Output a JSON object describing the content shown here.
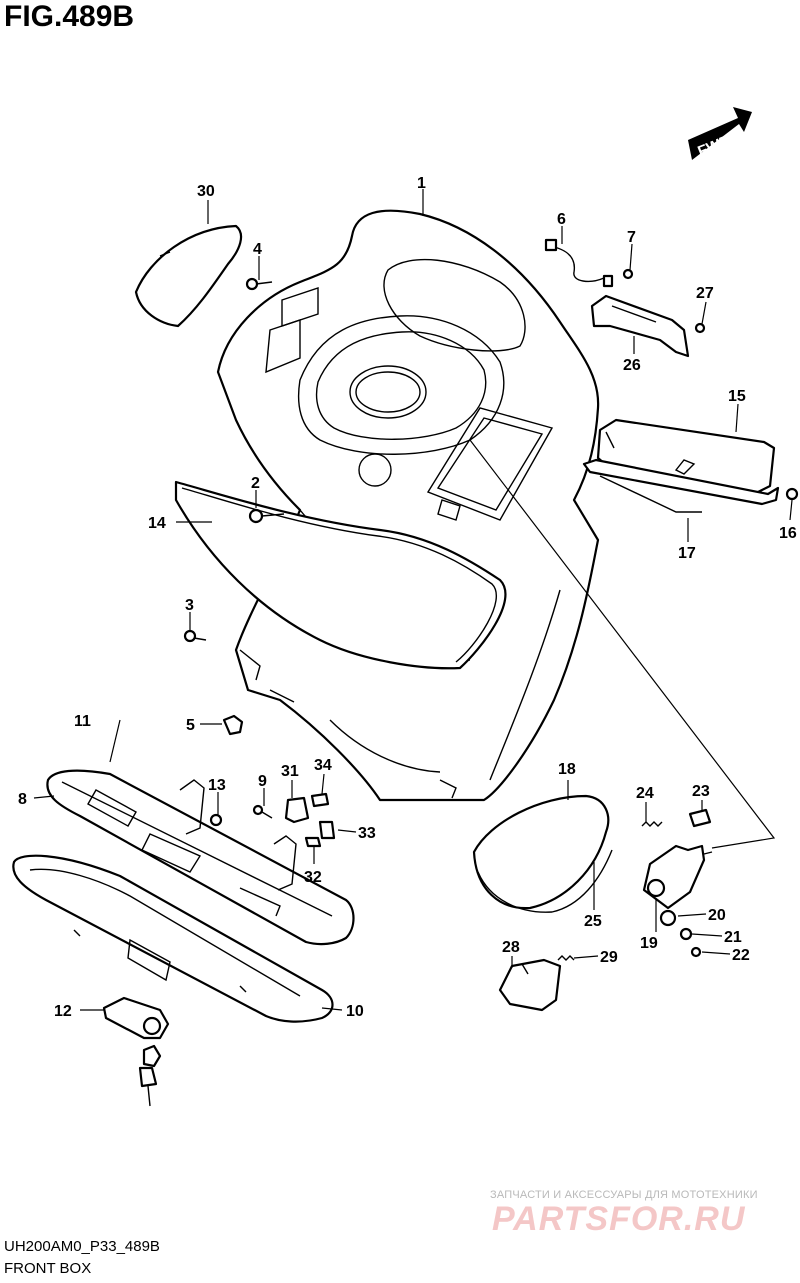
{
  "figure": {
    "title": "FIG.489B",
    "model_code": "UH200AM0_P33_489B",
    "section_name": "FRONT BOX"
  },
  "direction_arrow": {
    "label": "FWD"
  },
  "watermark": {
    "tagline": "ЗАПЧАСТИ И АКСЕССУАРЫ ДЛЯ МОТОТЕХНИКИ",
    "logo_text": "PARTSFOR.RU"
  },
  "callouts": [
    "1",
    "2",
    "3",
    "4",
    "5",
    "6",
    "7",
    "8",
    "9",
    "10",
    "11",
    "12",
    "13",
    "14",
    "15",
    "16",
    "17",
    "18",
    "19",
    "20",
    "21",
    "22",
    "23",
    "24",
    "25",
    "26",
    "27",
    "28",
    "29",
    "30",
    "31",
    "32",
    "33",
    "34"
  ]
}
